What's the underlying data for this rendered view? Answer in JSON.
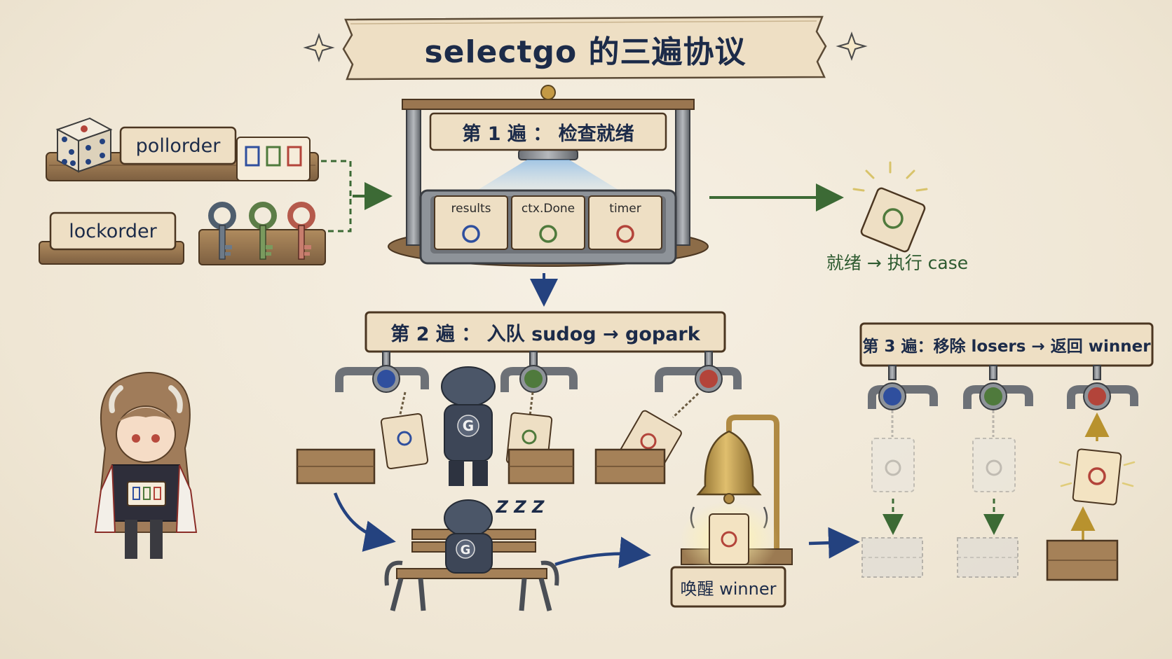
{
  "title": "selectgo 的三遍协议",
  "inputs": {
    "pollorder": "pollorder",
    "lockorder": "lockorder"
  },
  "pass1": {
    "label": "第 1 遍 ： 检查就绪",
    "slots": [
      "results",
      "ctx.Done",
      "timer"
    ],
    "outcome": "就绪 → 执行 case"
  },
  "pass2": {
    "label": "第 2 遍 ： 入队 sudog → gopark",
    "gopher_letter": "G",
    "sleep_text": "Z Z Z",
    "wake_label": "唤醒 winner"
  },
  "pass3": {
    "label": "第 3 遍：移除 losers → 返回 winner"
  },
  "colors": {
    "blue": "#2f4f9e",
    "green": "#4f7a3c",
    "red": "#b3443a",
    "ink": "#1c2b49",
    "wood": "#9b7a52",
    "paper": "#f3e7cf"
  }
}
